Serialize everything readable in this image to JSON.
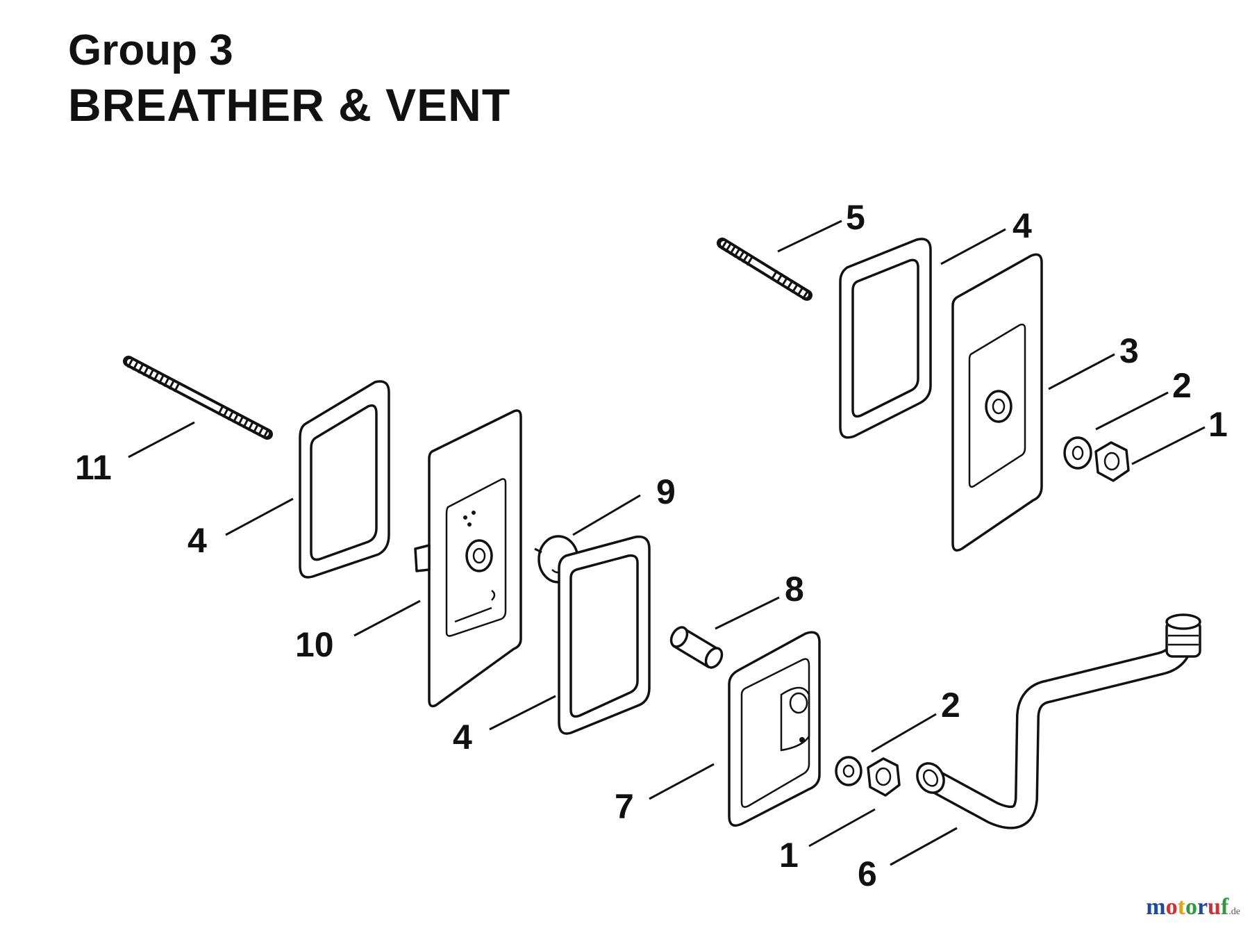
{
  "title": {
    "line1": "Group 3",
    "line2": "BREATHER & VENT"
  },
  "callouts": [
    "11",
    "4",
    "10",
    "9",
    "4",
    "5",
    "4",
    "3",
    "2",
    "1",
    "8",
    "7",
    "2",
    "1",
    "6"
  ],
  "watermark": {
    "letters": [
      "m",
      "o",
      "t",
      "o",
      "r",
      "u",
      "f"
    ],
    "colors": [
      "#1c4aa3",
      "#d62e2e",
      "#e3a21a",
      "#2d9b3d",
      "#1c4aa3",
      "#d62e2e",
      "#2d9b3d"
    ],
    "suffix": ".de"
  }
}
